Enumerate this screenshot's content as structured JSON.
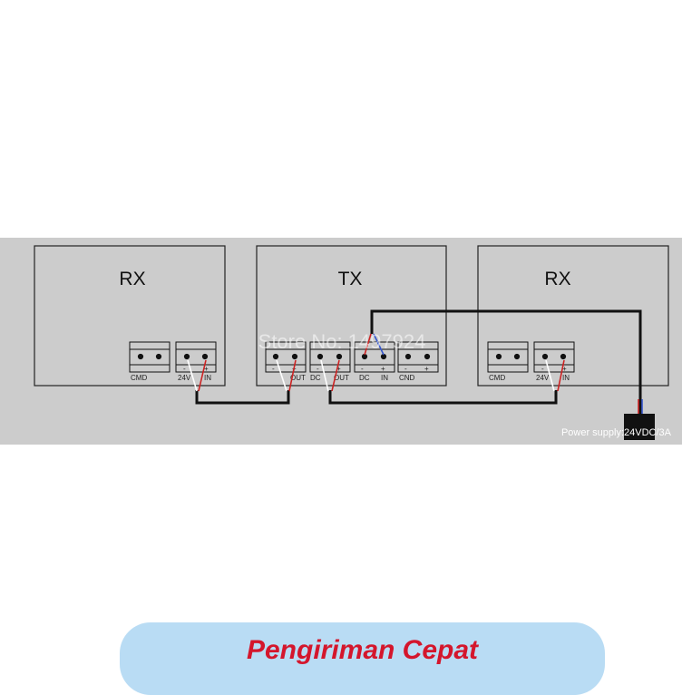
{
  "modules": [
    {
      "title": "RX",
      "pins": {
        "cmd": "CMD",
        "pwr_minus": "-",
        "pwr_plus": "+",
        "pwr_v": "24V",
        "pwr_in": "IN"
      }
    },
    {
      "title": "TX",
      "pins": {
        "out1_minus": "-",
        "out1_plus": "+",
        "out1": "OUT",
        "dc": "DC",
        "out2_minus": "-",
        "out2_plus": "+",
        "out2": "OUT",
        "in_dc": "DC",
        "in_minus": "-",
        "in_plus": "+",
        "in": "IN",
        "cnd": "CND",
        "cnd_minus": "-",
        "cnd_plus": "+"
      }
    },
    {
      "title": "RX",
      "pins": {
        "cmd": "CMD",
        "pwr_minus": "-",
        "pwr_plus": "+",
        "pwr_v": "24V",
        "pwr_in": "IN"
      }
    }
  ],
  "power_supply_label": "Power supply:24VDC/3A",
  "watermark": "Store No: 1497924",
  "banner_text": "Pengiriman Cepat",
  "colors": {
    "panel": "#cccccc",
    "wire_black": "#111111",
    "wire_red": "#cc2222",
    "wire_white": "#ffffff",
    "wire_blue": "#3355cc",
    "banner_bg": "#b9dcf4",
    "banner_text": "#d4162c"
  }
}
